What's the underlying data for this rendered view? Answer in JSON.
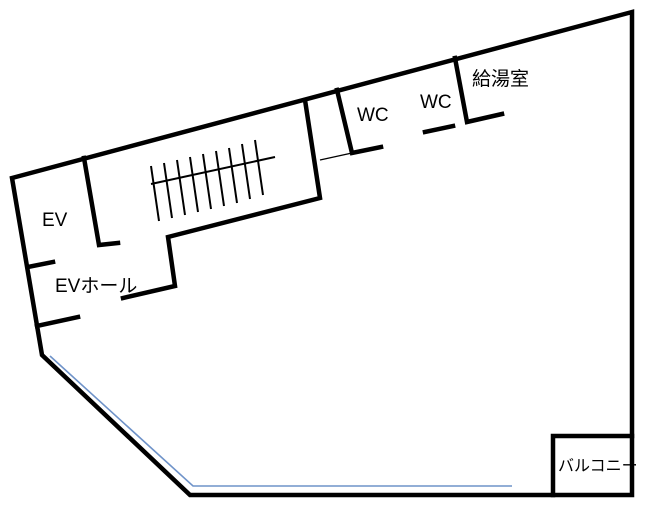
{
  "floor_plan": {
    "labels": {
      "ev": "EV",
      "ev_hall": "EVホール",
      "wc_1": "WC",
      "wc_2": "WC",
      "kitchenette": "給湯室",
      "balcony": "バルコニー"
    },
    "colors": {
      "wall": "#000000",
      "window": "#6f93c9",
      "background": "#ffffff"
    }
  }
}
